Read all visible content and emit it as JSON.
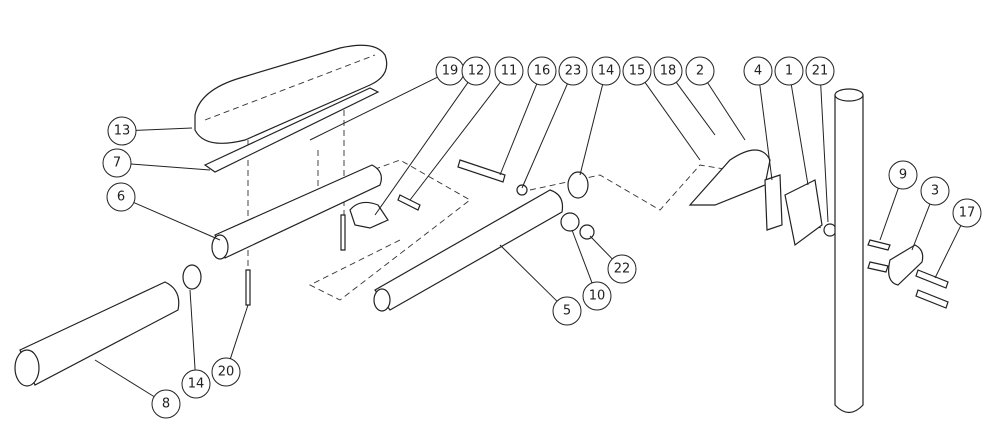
{
  "diagram": {
    "type": "exploded-parts-view",
    "callouts": [
      "13",
      "7",
      "6",
      "19",
      "12",
      "11",
      "16",
      "23",
      "14",
      "15",
      "18",
      "2",
      "4",
      "1",
      "21",
      "9",
      "3",
      "17",
      "22",
      "10",
      "5",
      "14",
      "20",
      "8"
    ]
  }
}
